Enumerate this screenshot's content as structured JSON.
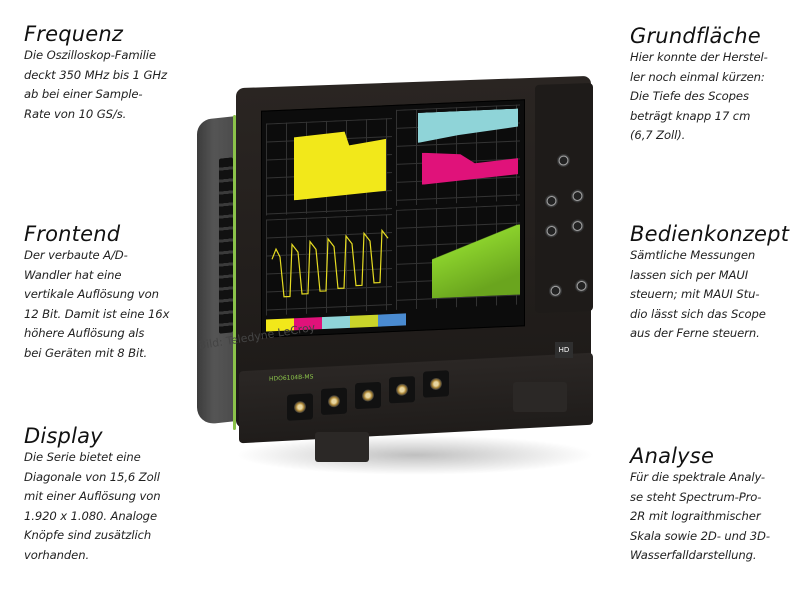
{
  "blocks": {
    "frequenz": {
      "title": "Frequenz",
      "text": "Die Oszilloskop-Familie\ndeckt 350 MHz bis 1 GHz\nab bei einer Sample-\nRate von 10 GS/s."
    },
    "frontend": {
      "title": "Frontend",
      "text": "Der verbaute A/D-\nWandler hat eine\nvertikale Auflösung von\n12 Bit. Damit ist eine 16x\nhöhere Auflösung als\nbei Geräten mit 8 Bit."
    },
    "display": {
      "title": "Display",
      "text": "Die Serie bietet eine\nDiagonale von 15,6 Zoll\nmit einer Auflösung von\n1.920 x 1.080. Analoge\nKnöpfe sind zusätzlich\nvorhanden."
    },
    "grundflaeche": {
      "title": "Grundfläche",
      "text": "Hier konnte der Herstel-\nler noch einmal kürzen:\nDie Tiefe des Scopes\nbeträgt knapp 17 cm\n(6,7 Zoll)."
    },
    "bedienkonzept": {
      "title": "Bedienkonzept",
      "text": "Sämtliche Messungen\nlassen sich per MAUI\nsteuern; mit MAUI Stu-\ndio lässt sich das Scope\naus der Ferne steuern."
    },
    "analyse": {
      "title": "Analyse",
      "text": "Für die spektrale Analy-\nse steht Spectrum-Pro-\n2R mit lograithmischer\nSkala sowie 2D- und 3D-\nWasserfalldarstellung."
    }
  },
  "photo": {
    "brand": "TELEDYNE LECROY",
    "model": "HDO6104B-MS",
    "badge": "HD",
    "credit": "Bild: Teledyne LeCroy",
    "colors": {
      "accent_green": "#8bc34a",
      "trace_yellow": "#f2e81a",
      "trace_cyan": "#8fd4d8",
      "trace_magenta": "#e0127a",
      "trace_green": "#8bd12c"
    }
  }
}
